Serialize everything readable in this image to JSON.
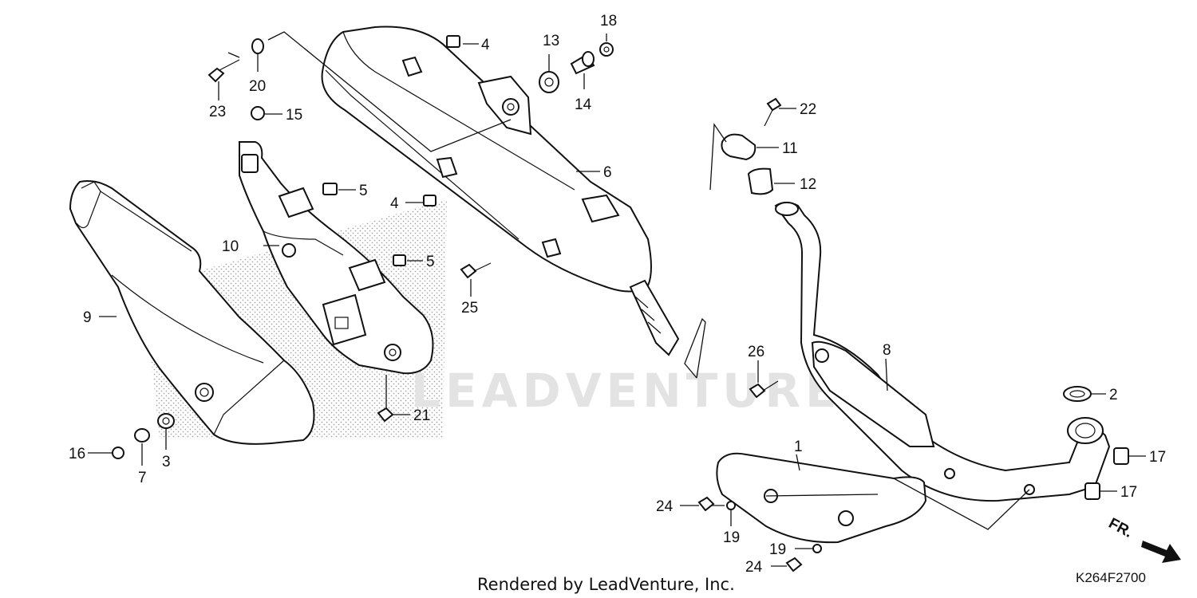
{
  "diagram": {
    "watermark": "LEADVENTURE",
    "credit": "Rendered by LeadVenture, Inc.",
    "diagram_code": "K264F2700",
    "direction_label": "FR.",
    "callouts": [
      {
        "id": "c1",
        "label": "1"
      },
      {
        "id": "c2",
        "label": "2"
      },
      {
        "id": "c3",
        "label": "3"
      },
      {
        "id": "c4a",
        "label": "4"
      },
      {
        "id": "c4b",
        "label": "4"
      },
      {
        "id": "c5a",
        "label": "5"
      },
      {
        "id": "c5b",
        "label": "5"
      },
      {
        "id": "c6",
        "label": "6"
      },
      {
        "id": "c7",
        "label": "7"
      },
      {
        "id": "c8",
        "label": "8"
      },
      {
        "id": "c9",
        "label": "9"
      },
      {
        "id": "c10",
        "label": "10"
      },
      {
        "id": "c11",
        "label": "11"
      },
      {
        "id": "c12",
        "label": "12"
      },
      {
        "id": "c13",
        "label": "13"
      },
      {
        "id": "c14",
        "label": "14"
      },
      {
        "id": "c15",
        "label": "15"
      },
      {
        "id": "c16",
        "label": "16"
      },
      {
        "id": "c17a",
        "label": "17"
      },
      {
        "id": "c17b",
        "label": "17"
      },
      {
        "id": "c18",
        "label": "18"
      },
      {
        "id": "c19a",
        "label": "19"
      },
      {
        "id": "c19b",
        "label": "19"
      },
      {
        "id": "c20",
        "label": "20"
      },
      {
        "id": "c21",
        "label": "21"
      },
      {
        "id": "c22",
        "label": "22"
      },
      {
        "id": "c23",
        "label": "23"
      },
      {
        "id": "c24a",
        "label": "24"
      },
      {
        "id": "c24b",
        "label": "24"
      },
      {
        "id": "c25",
        "label": "25"
      },
      {
        "id": "c26",
        "label": "26"
      }
    ]
  }
}
